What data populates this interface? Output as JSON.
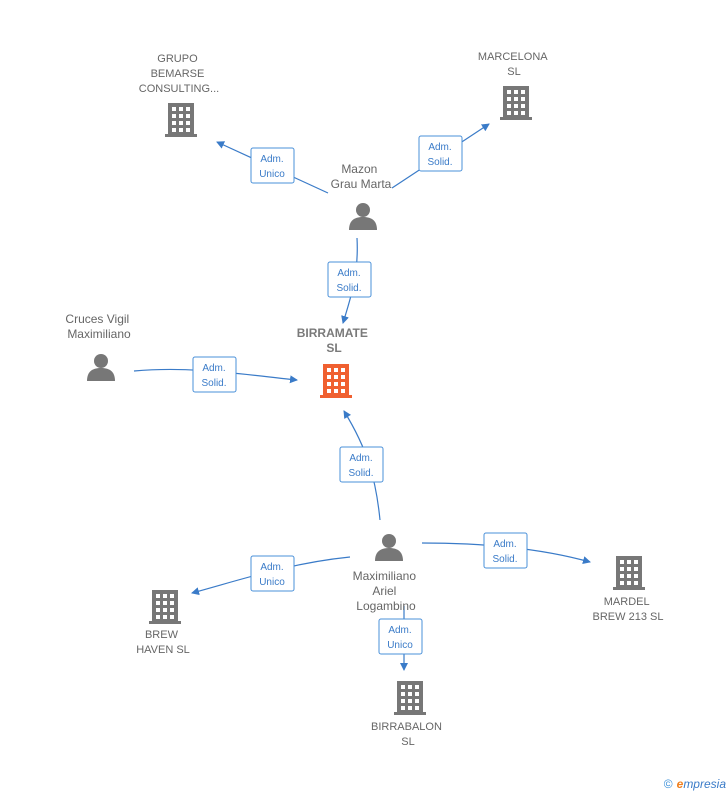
{
  "nodes": {
    "grupo": [
      "GRUPO",
      "BEMARSE",
      "CONSULTING..."
    ],
    "marcelona": [
      "MARCELONA",
      "SL"
    ],
    "mazon": [
      "Mazon",
      "Grau Marta"
    ],
    "birramate": [
      "BIRRAMATE",
      "SL"
    ],
    "cruces": [
      "Cruces Vigil",
      "Maximiliano"
    ],
    "maximiliano": [
      "Maximiliano",
      "Ariel",
      "Logambino"
    ],
    "brew_haven": [
      "BREW",
      "HAVEN  SL"
    ],
    "mardel": [
      "MARDEL",
      "BREW 213  SL"
    ],
    "birrabalon": [
      "BIRRABALON",
      "SL"
    ]
  },
  "relations": {
    "r1": [
      "Adm.",
      "Unico"
    ],
    "r2": [
      "Adm.",
      "Solid."
    ],
    "r3": [
      "Adm.",
      "Solid."
    ],
    "r4": [
      "Adm.",
      "Solid."
    ],
    "r5": [
      "Adm.",
      "Solid."
    ],
    "r6": [
      "Adm.",
      "Unico"
    ],
    "r7": [
      "Adm.",
      "Solid."
    ],
    "r8": [
      "Adm.",
      "Unico"
    ]
  },
  "colors": {
    "main_node": "#f06030",
    "company": "#777777",
    "person": "#777777",
    "edge": "#3a7bc8"
  },
  "footer": {
    "copyright": "©",
    "brand_initial": "e",
    "brand_rest": "mpresia"
  }
}
